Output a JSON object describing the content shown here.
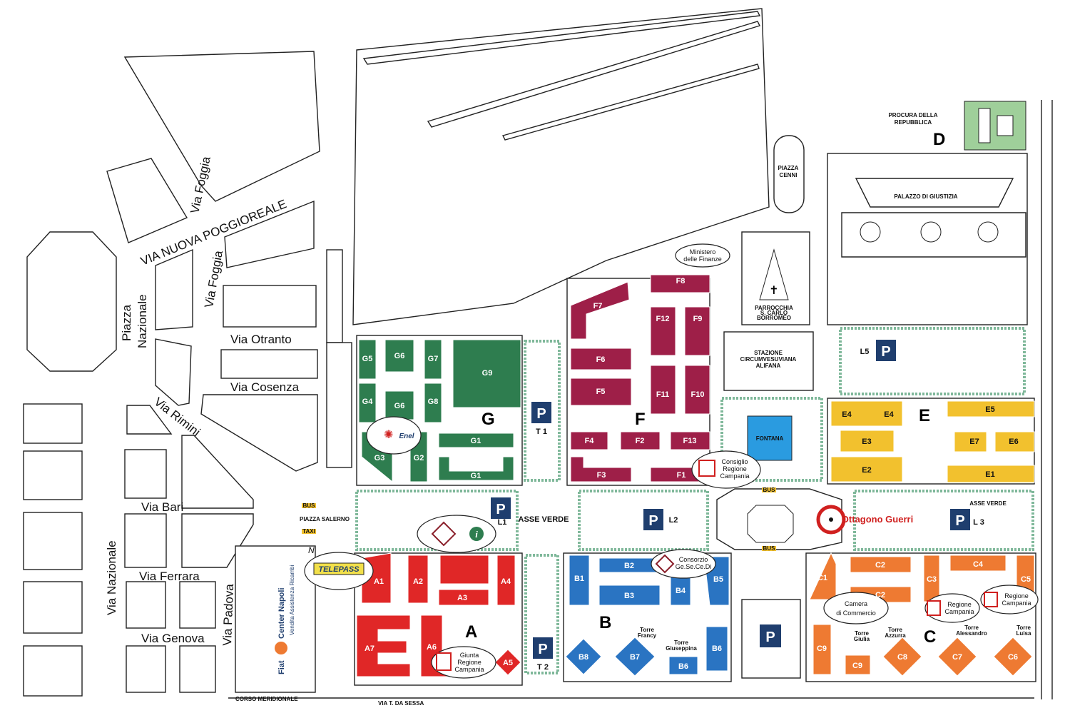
{
  "colors": {
    "g": "#2e7d4f",
    "f": "#9e1f48",
    "e": "#f2c12e",
    "a": "#e02727",
    "b": "#2a74c2",
    "c": "#ee7a32",
    "d": "#9fcf9a",
    "parking": "#1f3e6e",
    "verde": "#7fb89a",
    "fontana": "#2a9be0"
  },
  "streets": {
    "via_nuova_poggioreale": "VIA NUOVA POGGIOREALE",
    "via_foggia_1": "Via Foggia",
    "via_foggia_2": "Via Foggia",
    "piazza_nazionale_1": "Piazza",
    "piazza_nazionale_2": "Nazionale",
    "via_otranto": "Via Otranto",
    "via_cosenza": "Via Cosenza",
    "via_rimini": "Via Rimini",
    "via_bari": "Via Bari",
    "via_nazionale": "Via Nazionale",
    "via_ferrara": "Via Ferrara",
    "via_padova": "Via Padova",
    "via_genova": "Via Genova",
    "corso_meridionale": "CORSO MERIDIONALE",
    "via_t_da_sessa": "VIA T. DA SESSA",
    "piazza_salerno": "PIAZZA SALERNO",
    "piazza_cenni_1": "PIAZZA",
    "piazza_cenni_2": "CENNI"
  },
  "landmarks": {
    "procura_1": "PROCURA DELLA",
    "procura_2": "REPUBBLICA",
    "palazzo": "PALAZZO DI GIUSTIZIA",
    "parrocchia_1": "PARROCCHIA",
    "parrocchia_2": "S. CARLO",
    "parrocchia_3": "BORROMEO",
    "stazione_1": "STAZIONE",
    "stazione_2": "CIRCUMVESUVIANA",
    "stazione_3": "ALIFANA",
    "fontana": "FONTANA",
    "asse_verde_1": "ASSE VERDE",
    "asse_verde_2": "ASSE VERDE",
    "ottagono": "Ottagono Guerri",
    "torre_francy_1": "Torre",
    "torre_francy_2": "Francy",
    "torre_giuseppina_1": "Torre",
    "torre_giuseppina_2": "Giuseppina",
    "torre_giulia_1": "Torre",
    "torre_giulia_2": "Giulia",
    "torre_azzurra_1": "Torre",
    "torre_azzurra_2": "Azzurra",
    "torre_alessandro_1": "Torre",
    "torre_alessandro_2": "Alessandro",
    "torre_luisa_1": "Torre",
    "torre_luisa_2": "Luisa",
    "bus": "BUS",
    "taxi": "TAXI",
    "north": "N",
    "enel": "Enel",
    "telepass": "TELEPASS",
    "fiat_1": "Fiat",
    "fiat_2": "Center Napoli",
    "fiat_3": "Vendita Assistenza Ricambi"
  },
  "zones": {
    "g": "G",
    "f": "F",
    "e": "E",
    "d": "D",
    "a": "A",
    "b": "B",
    "c": "C"
  },
  "parking": {
    "p": "P",
    "l1": "L1",
    "l2": "L2",
    "l3": "L 3",
    "t1": "T 1",
    "t2": "T 2",
    "l5": "L5"
  },
  "callouts": {
    "ministero_1": "Ministero",
    "ministero_2": "delle Finanze",
    "consiglio_1": "Consiglio",
    "consiglio_2": "Regione",
    "consiglio_3": "Campania",
    "consorzio_1": "Consorzio",
    "consorzio_2": "Ge.Se.Ce.Di",
    "camera_1": "Camera",
    "camera_2": "di Commercio",
    "regione1_1": "Regione",
    "regione1_2": "Campania",
    "regione2_1": "Regione",
    "regione2_2": "Campania",
    "giunta_1": "Giunta",
    "giunta_2": "Regione",
    "giunta_3": "Campania"
  },
  "pavilions": {
    "g": [
      "G5",
      "G6",
      "G7",
      "G9",
      "G4",
      "G6",
      "G8",
      "G3",
      "G2",
      "G1",
      "G1"
    ],
    "f": [
      "F7",
      "F8",
      "F12",
      "F9",
      "F6",
      "F5",
      "F11",
      "F10",
      "F4",
      "F2",
      "F13",
      "F3",
      "F1"
    ],
    "e": [
      "E4",
      "E4",
      "E3",
      "E2",
      "E5",
      "E7",
      "E6",
      "E1"
    ],
    "a": [
      "A1",
      "A2",
      "A3",
      "A4",
      "A7",
      "A6",
      "A5"
    ],
    "b": [
      "B1",
      "B2",
      "B3",
      "B4",
      "B5",
      "B8",
      "B7",
      "B6",
      "B6"
    ],
    "c": [
      "C1",
      "C2",
      "C2",
      "C3",
      "C4",
      "C5",
      "C9",
      "C9",
      "C8",
      "C7",
      "C6"
    ]
  }
}
